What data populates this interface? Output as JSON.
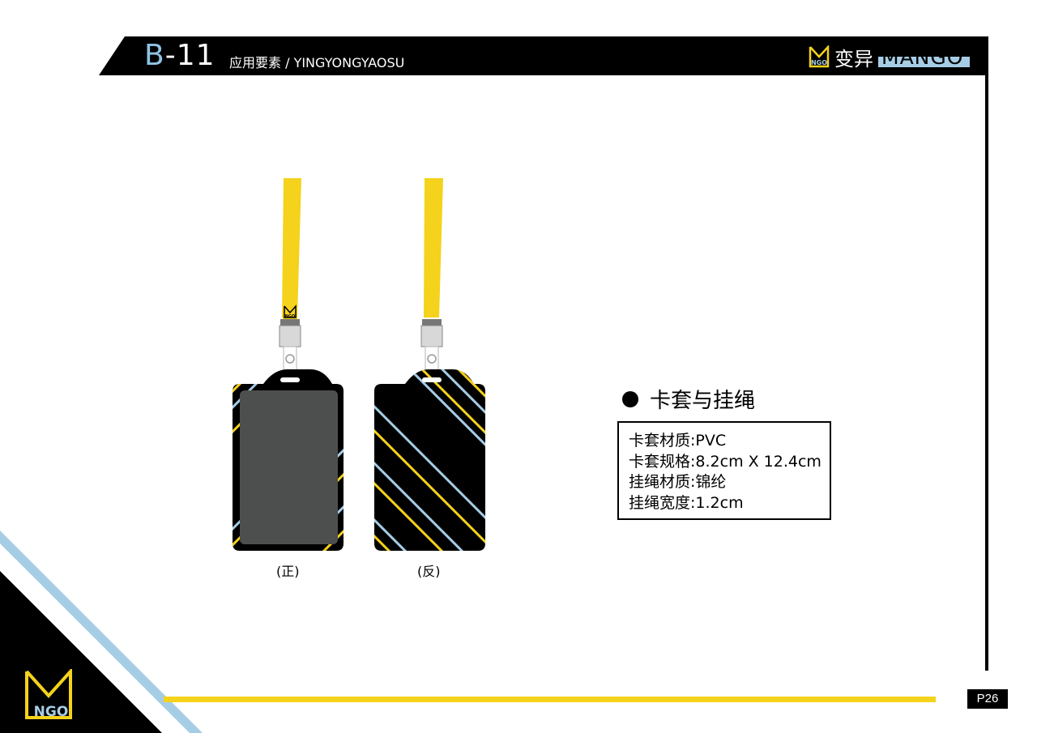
{
  "header": {
    "code_prefix": "B",
    "code_number": "-11",
    "section_title": "应用要素 / YINGYONGYAOSU",
    "brand_logo_text": "MNGO",
    "brand_cn": "变异",
    "brand_en": "MANGO"
  },
  "badges": {
    "front_caption": "(正)",
    "back_caption": "(反)",
    "lanyard_logo_text": "MNGO"
  },
  "info": {
    "heading": "卡套与挂绳",
    "specs": [
      "卡套材质:PVC",
      "卡套规格:8.2cm X 12.4cm",
      "挂绳材质:锦纶",
      "挂绳宽度:1.2cm"
    ]
  },
  "footer": {
    "page_number": "P26",
    "corner_logo_text": "MNGO"
  },
  "colors": {
    "black": "#000000",
    "accent_yellow": "#f5d21b",
    "accent_blue": "#a6cde6",
    "window_gray": "#4d4f4e"
  },
  "icons": [
    "bullet-dot-icon",
    "mango-logo-icon"
  ]
}
